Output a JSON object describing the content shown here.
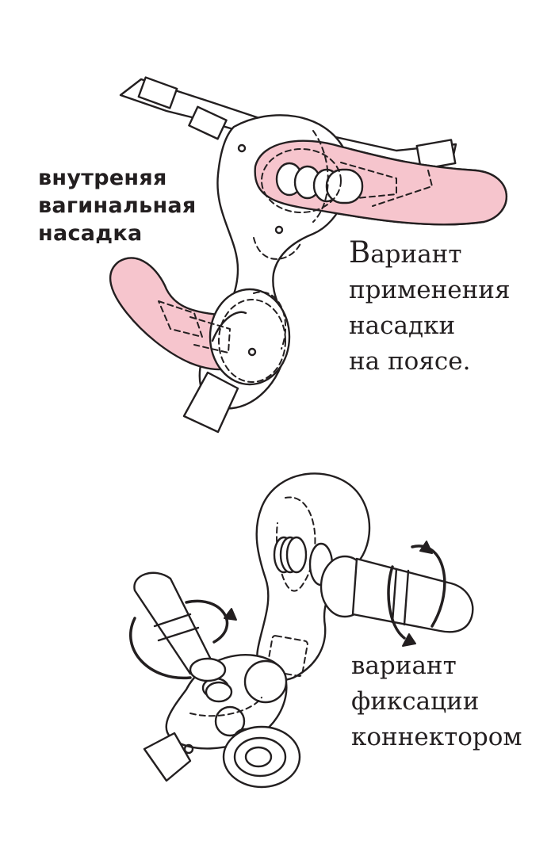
{
  "labels": {
    "inner_attachment": [
      "внутреняя",
      "вагинальная",
      "насадка"
    ],
    "belt_caption": {
      "first_letter": "В",
      "first_rest": "ариант",
      "lines": [
        "применения",
        "насадки",
        "на поясе."
      ]
    },
    "connector_caption": [
      "вариант",
      "фиксации",
      "коннектором"
    ]
  },
  "colors": {
    "line": "#231f20",
    "pink_fill": "#f6c5cd",
    "background": "#ffffff"
  }
}
